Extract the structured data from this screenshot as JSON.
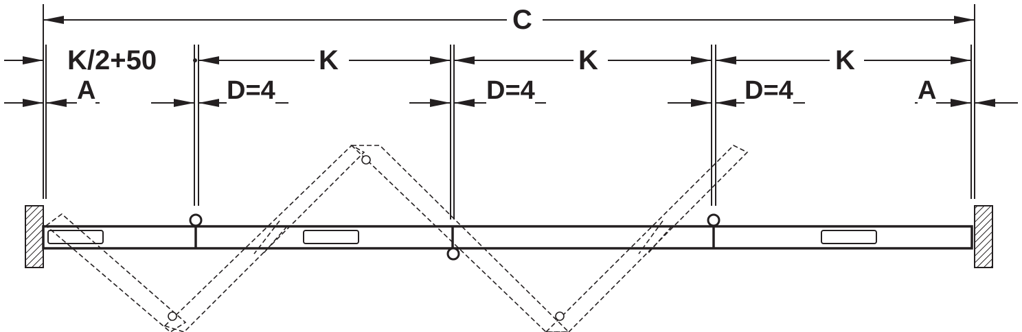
{
  "diagram": {
    "labels": {
      "overall_width": "C",
      "first_offset": "K/2+50",
      "panel_width_1": "K",
      "panel_width_2": "K",
      "panel_width_3": "K",
      "left_margin": "A",
      "right_margin": "A",
      "door_gap_1": "D=4",
      "door_gap_2": "D=4",
      "door_gap_3": "D=4"
    },
    "colors": {
      "line": "#231f20",
      "background": "#ffffff"
    }
  }
}
